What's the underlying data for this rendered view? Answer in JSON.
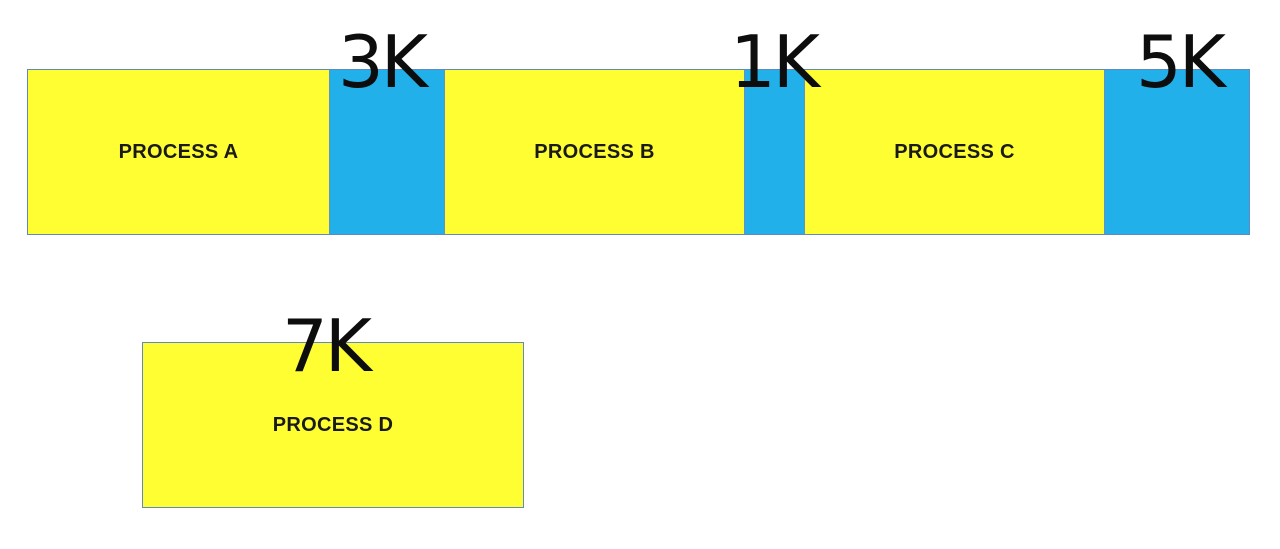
{
  "memory_bar": {
    "process_a": {
      "label": "PROCESS A",
      "color": "#fefe33"
    },
    "hole_1": {
      "size": "3K",
      "color": "#21b0ea"
    },
    "process_b": {
      "label": "PROCESS B",
      "color": "#fefe33"
    },
    "hole_2": {
      "size": "1K",
      "color": "#21b0ea"
    },
    "process_c": {
      "label": "PROCESS C",
      "color": "#fefe33"
    },
    "hole_3": {
      "size": "5K",
      "color": "#21b0ea"
    }
  },
  "incoming": {
    "process_d": {
      "label": "PROCESS D",
      "size": "7K",
      "color": "#fefe33"
    }
  }
}
